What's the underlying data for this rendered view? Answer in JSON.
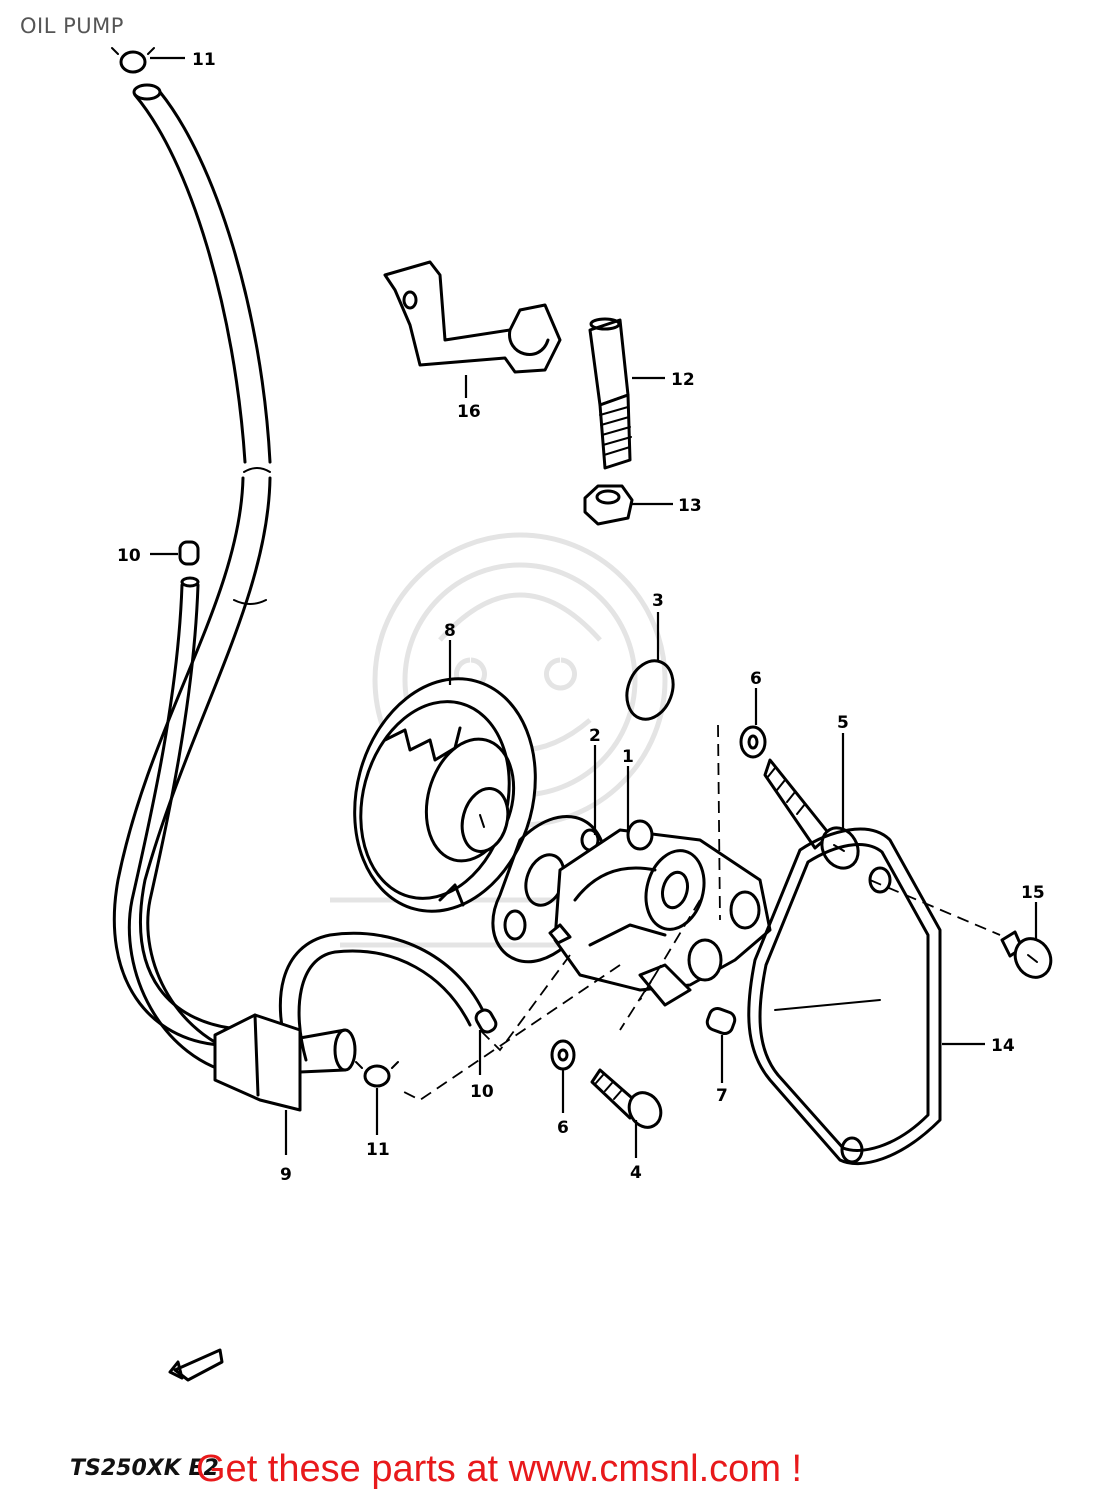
{
  "header": {
    "title": "OIL PUMP"
  },
  "diagram": {
    "callouts": [
      "1",
      "2",
      "3",
      "4",
      "5",
      "6",
      "6",
      "7",
      "8",
      "9",
      "10",
      "10",
      "11",
      "11",
      "12",
      "13",
      "14",
      "15",
      "16"
    ]
  },
  "footer": {
    "model_code": "TS250XK E2",
    "promo": "Get these parts at www.cmsnl.com !"
  },
  "colors": {
    "promo": "#e8191b",
    "line_art": "#000000",
    "title": "#555555"
  }
}
